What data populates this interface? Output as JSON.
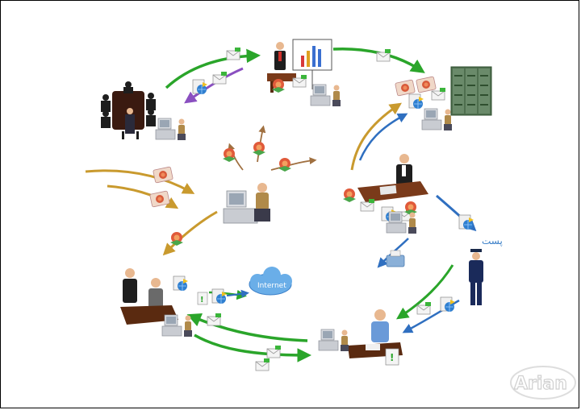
{
  "diagram": {
    "cloud_label": "Internet",
    "post_label": "پست",
    "logo_text": "Arian"
  },
  "colors": {
    "arrow_green": "#2aa52a",
    "arrow_blue": "#2f6fc0",
    "arrow_gold": "#c99a2e",
    "arrow_purple": "#8a4fc0",
    "cloud": "#6aaee8",
    "desk": "#7a3a1a",
    "monitor": "#b8bcc4",
    "cabinet": "#4f6f4f",
    "suit_dark": "#1e1e1e",
    "skin": "#e8b890"
  }
}
